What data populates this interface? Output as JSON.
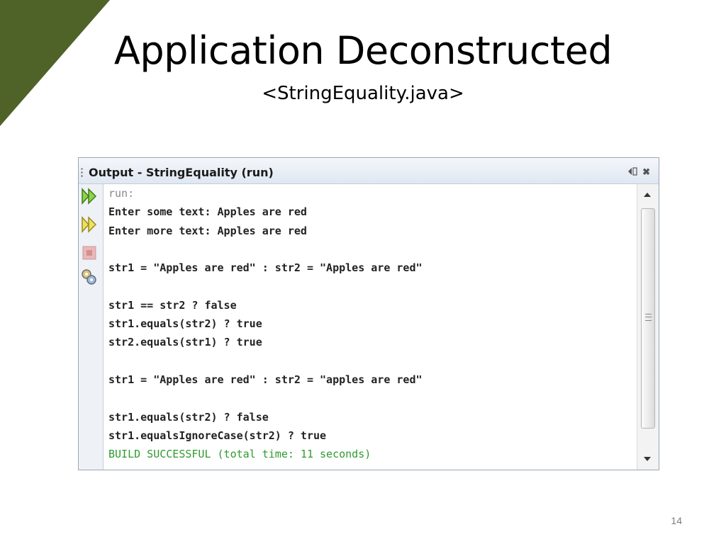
{
  "slide": {
    "title": "Application Deconstructed",
    "subtitle": "<StringEquality.java>",
    "page_number": "14"
  },
  "output_window": {
    "title": "Output - StringEquality (run)",
    "toolbar": {
      "rerun_icon": "rerun-icon",
      "rerun_options_icon": "rerun-options-icon",
      "stop_icon": "stop-icon",
      "settings_icon": "settings-icon"
    },
    "lines": [
      "run:",
      "Enter some text: Apples are red",
      "Enter more text: Apples are red",
      "",
      "str1 = \"Apples are red\" : str2 = \"Apples are red\"",
      "",
      "str1 == str2 ? false",
      "str1.equals(str2) ? true",
      "str2.equals(str1) ? true",
      "",
      "str1 = \"Apples are red\" : str2 = \"apples are red\"",
      "",
      "str1.equals(str2) ? false",
      "str1.equalsIgnoreCase(str2) ? true",
      "BUILD SUCCESSFUL (total time: 11 seconds)"
    ]
  },
  "colors": {
    "accent": "#4f6228",
    "success": "#2e9b2e"
  }
}
